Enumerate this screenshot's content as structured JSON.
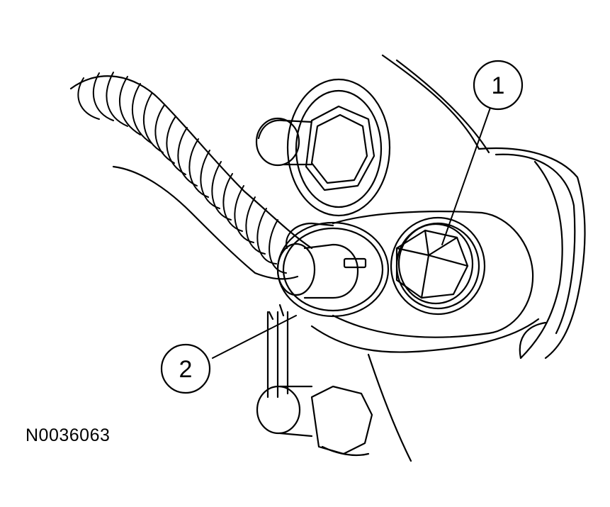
{
  "figure": {
    "id_label": "N0036063",
    "callouts": [
      {
        "label": "1"
      },
      {
        "label": "2"
      }
    ],
    "colors": {
      "line": "#000000",
      "background": "#ffffff"
    }
  }
}
